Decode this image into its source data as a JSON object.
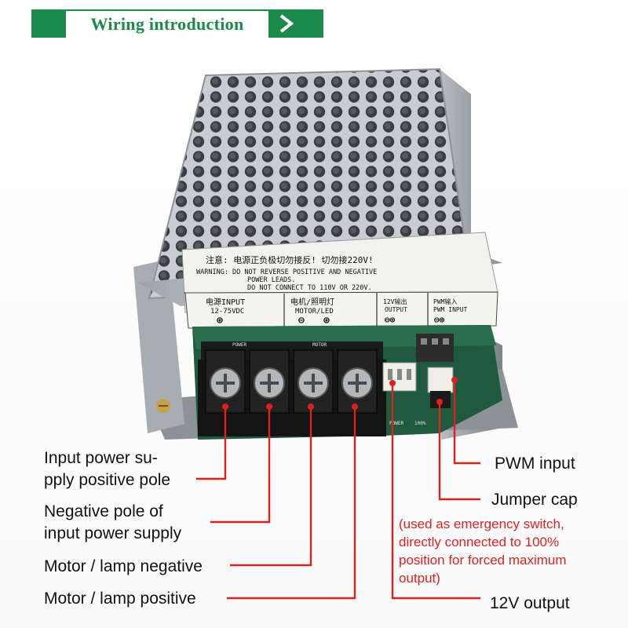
{
  "header": {
    "title": "Wiring introduction",
    "accent_color": "#1b8a4a",
    "arrow_icon": "chevron-right-icon"
  },
  "device": {
    "warning": {
      "cn": "注意: 电源正负极切勿接反! 切勿接220V!",
      "lines": [
        "WARNING:  DO NOT REVERSE POSITIVE AND NEGATIVE",
        "POWER LEADS.",
        "DO NOT CONNECT TO 110V OR 220V."
      ]
    },
    "terminals": [
      {
        "cn": "电源INPUT",
        "en": "12-75VDC"
      },
      {
        "cn": "电机/照明灯",
        "en": "MOTOR/LED"
      },
      {
        "cn": "12V输出",
        "en": "OUTPUT"
      },
      {
        "cn": "PWM输入",
        "en": "PWM INPUT"
      }
    ],
    "pcb_labels": [
      "POWER",
      "MOTOR",
      "POWER",
      "100%"
    ]
  },
  "labels": {
    "left": [
      "Input power su-",
      "pply positive pole",
      "Negative pole of",
      "input power supply",
      "Motor / lamp negative",
      "Motor / lamp positive"
    ],
    "pwm_input": "PWM input",
    "jumper_cap": "Jumper cap",
    "jumper_note": [
      "(used as emergency switch,",
      "directly connected to 100%",
      "position for forced maximum",
      "output)"
    ],
    "output_12v": "12V output"
  },
  "colors": {
    "leader_line": "#e02020",
    "note_text": "#e02020"
  }
}
